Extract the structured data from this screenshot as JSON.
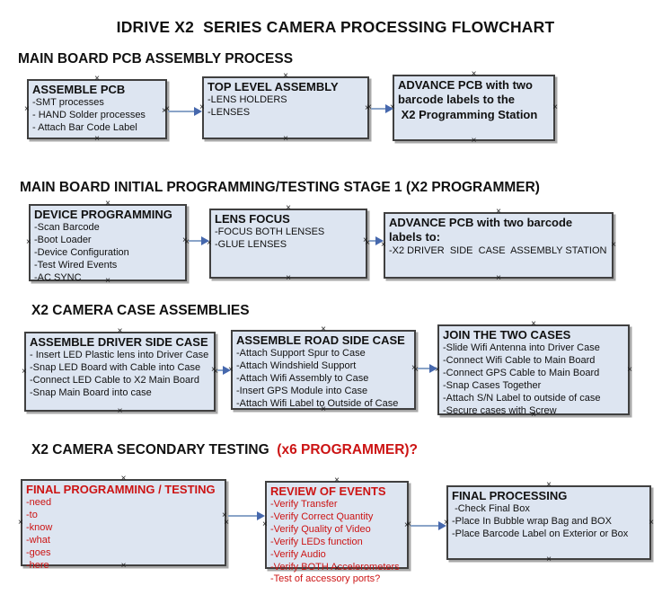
{
  "page_title": "IDRIVE X2  SERIES CAMERA PROCESSING FLOWCHART",
  "colors": {
    "box_fill": "#dde5f1",
    "box_border": "#404040",
    "box_shadow": "#a8a8a8",
    "arrow_line": "#8aa4c8",
    "arrow_head": "#4668ad",
    "red_text": "#cc1414",
    "black_text": "#111111"
  },
  "sections": [
    {
      "header": "MAIN BOARD PCB ASSEMBLY PROCESS",
      "boxes": [
        {
          "title": "ASSEMBLE PCB",
          "items": [
            "-SMT processes",
            "- HAND Solder processes",
            "- Attach Bar Code Label"
          ]
        },
        {
          "title": "TOP LEVEL ASSEMBLY",
          "items": [
            "-LENS HOLDERS",
            "-LENSES"
          ]
        },
        {
          "title": "ADVANCE PCB with two barcode labels to the\n X2 Programming Station",
          "items": []
        }
      ]
    },
    {
      "header": "MAIN BOARD INITIAL PROGRAMMING/TESTING STAGE 1 (X2 PROGRAMMER)",
      "boxes": [
        {
          "title": "DEVICE PROGRAMMING",
          "items": [
            "-Scan Barcode",
            "-Boot Loader",
            "-Device Configuration",
            "-Test Wired Events",
            "-AC SYNC"
          ]
        },
        {
          "title": "LENS FOCUS",
          "items": [
            "-FOCUS BOTH LENSES",
            "-GLUE LENSES"
          ]
        },
        {
          "title": "ADVANCE PCB with two barcode labels to:",
          "items": [
            "-X2 DRIVER  SIDE  CASE  ASSEMBLY STATION"
          ]
        }
      ]
    },
    {
      "header": "X2 CAMERA CASE ASSEMBLIES",
      "boxes": [
        {
          "title": "ASSEMBLE DRIVER SIDE CASE",
          "items": [
            "- Insert LED Plastic lens into Driver Case",
            "-Snap LED Board with Cable into Case",
            "-Connect LED Cable to X2 Main Board",
            "-Snap Main Board into case"
          ]
        },
        {
          "title": "ASSEMBLE ROAD SIDE CASE",
          "items": [
            "-Attach Support Spur to Case",
            "-Attach Windshield Support",
            "-Attach Wifi Assembly to Case",
            "-Insert GPS Module into Case",
            "-Attach Wifi Label to Outside of Case"
          ]
        },
        {
          "title": "JOIN THE TWO CASES",
          "items": [
            "-Slide Wifi Antenna into Driver Case",
            "-Connect Wifi Cable to Main Board",
            "-Connect GPS Cable to Main Board",
            "-Snap Cases Together",
            "-Attach S/N Label to outside of case",
            "-Secure cases with Screw"
          ]
        }
      ]
    },
    {
      "header": "X2 CAMERA SECONDARY TESTING",
      "header_suffix": "  (x6 PROGRAMMER)?",
      "boxes": [
        {
          "title": "FINAL PROGRAMMING / TESTING",
          "items": [
            "-need",
            "-to",
            "-know",
            "-what",
            "-goes",
            "-here"
          ]
        },
        {
          "title": "REVIEW OF EVENTS",
          "items": [
            "-Verify Transfer",
            "-Verify Correct Quantity",
            "-Verify Quality of Video",
            "-Verify LEDs function",
            "-Verify Audio",
            "-Verify BOTH Accelerometers",
            "-Test of accessory ports?"
          ]
        },
        {
          "title": "FINAL PROCESSING",
          "items": [
            " -Check Final Box",
            "-Place In Bubble wrap Bag and BOX",
            "-Place Barcode Label on Exterior or Box"
          ]
        }
      ]
    }
  ]
}
